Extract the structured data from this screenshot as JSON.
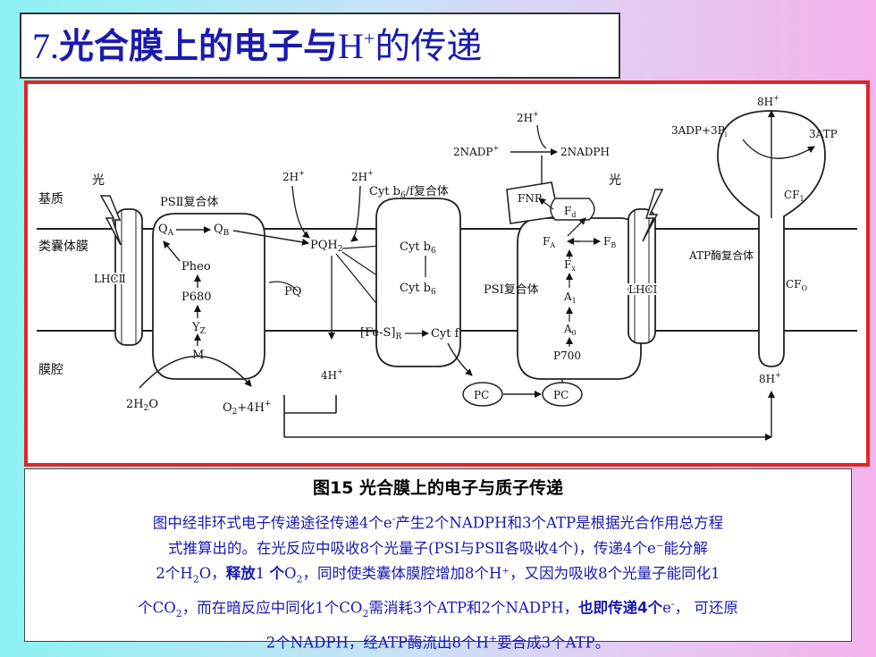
{
  "title": {
    "number": "7.",
    "bold_part": "光合膜上的电子与",
    "h": "H",
    "plus": "+",
    "tail": "的传递"
  },
  "diagram": {
    "labels": {
      "stroma": "基质",
      "thylakoid_membrane": "类囊体膜",
      "lumen": "膜腔",
      "light1": "光",
      "light2": "光",
      "psii_complex": "PSⅡ复合体",
      "cyt_complex": "Cyt b",
      "cyt_complex_sub": "6",
      "cyt_complex_tail": "/f复合体",
      "psi_complex": "PSⅠ复合体",
      "atp_synthase": "ATP酶复合体",
      "lhcii": "LHCⅡ",
      "lhci": "LHCⅠ",
      "qa": "Q",
      "qa_sub": "A",
      "qb": "Q",
      "qb_sub": "B",
      "pheo": "Pheo",
      "p680": "P680",
      "yz": "Y",
      "yz_sub": "Z",
      "m": "M",
      "h2o": "2H",
      "h2o_sub": "2",
      "h2o_tail": "O",
      "o2": "O",
      "o2_sub": "2",
      "o2_tail": "+4H",
      "o2_sup": "+",
      "pqh2": "PQH",
      "pqh2_sub": "2",
      "pq": "PQ",
      "cytb6_top": "Cyt b",
      "cytb6_top_sub": "6",
      "cytb6_bot": "Cyt b",
      "cytb6_bot_sub": "6",
      "fes": "[Fe-S]",
      "fes_sub": "R",
      "cytf": "Cyt f",
      "pc1": "PC",
      "pc2": "PC",
      "fnr": "FNR",
      "fd": "F",
      "fd_sub": "d",
      "fa": "F",
      "fa_sub": "A",
      "fb": "F",
      "fb_sub": "B",
      "fx": "F",
      "fx_sub": "x",
      "a1": "A",
      "a1_sub": "1",
      "a0": "A",
      "a0_sub": "0",
      "p700": "P700",
      "h_left1": "2H",
      "h_left1_sup": "+",
      "h_left2": "2H",
      "h_left2_sup": "+",
      "h_top": "2H",
      "h_top_sup": "+",
      "nadp": "2NADP",
      "nadp_sup": "+",
      "nadph": "2NADPH",
      "h_lumen": "4H",
      "h_lumen_sup": "+",
      "adp": "3ADP+3P",
      "adp_sub": "i",
      "atp": "3ATP",
      "h8_top": "8H",
      "h8_top_sup": "+",
      "h8_bot": "8H",
      "h8_bot_sup": "+",
      "cf1": "CF",
      "cf1_sub": "1",
      "cf0": "CF",
      "cf0_sub": "O"
    }
  },
  "caption": {
    "title": "图15  光合膜上的电子与质子传递",
    "l1a": "图中经非环式电子传递途径传递4个e",
    "l1sup": "-",
    "l1b": "产生2个NADPH和3个ATP是根据光合作用总方程",
    "l2": "式推算出的。在光反应中吸收8个光量子(PSⅠ与PSⅡ各吸收4个)，传递4个e⁻能分解",
    "l3a": "2个H",
    "l3sub": "2",
    "l3b": "O，",
    "l3bold": "释放",
    "l3c": "1 ",
    "l3bold2": "个",
    "l3d": "O",
    "l3sub2": "2",
    "l3e": "，同时使类囊体膜腔增加8个H⁺，又因为吸收8个光量子能同化1",
    "l4a": "个CO",
    "l4sub": "2",
    "l4b": "，而在暗反应中同化1个CO",
    "l4sub2": "2",
    "l4c": "需消耗3个ATP和2个NADPH，",
    "l4bold": "也即传递4个",
    "l4d": "e",
    "l4sup": "-",
    "l4e": "，  可还原",
    "l5a": "2个NADPH，经ATP酶流出8个H",
    "l5sup": "+",
    "l5b": "要合成3个ATP。"
  },
  "colors": {
    "frame_red": "#e22525",
    "text_blue": "#1a1ab0"
  }
}
